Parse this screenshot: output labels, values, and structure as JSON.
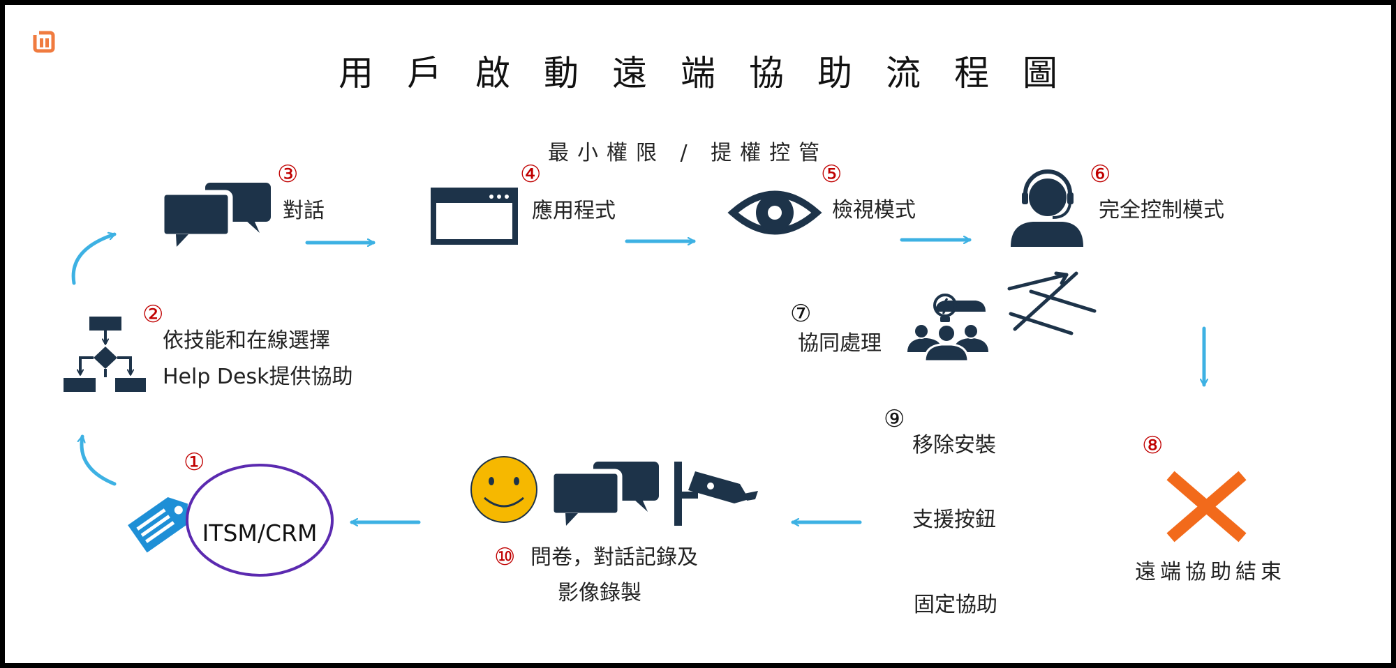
{
  "title": "用戶啟動遠端協助流程圖",
  "subtitle": "最小權限 / 提權控管",
  "colors": {
    "navy": "#1d3349",
    "arrow": "#3db1e3",
    "marker_red": "#c00000",
    "tag_blue": "#1e8fd6",
    "ellipse": "#5b2ab0",
    "cross": "#f26a1b",
    "smiley": "#f6b800",
    "logo": "#f07b3f"
  },
  "steps": [
    {
      "marker": "①",
      "label": "ITSM/CRM",
      "icon": "tag-icon"
    },
    {
      "marker": "②",
      "lines": [
        "依技能和在線選擇",
        "Help Desk提供協助"
      ],
      "icon": "flowchart-icon"
    },
    {
      "marker": "③",
      "label": "對話",
      "icon": "chat-bubbles-icon"
    },
    {
      "marker": "④",
      "label": "應用程式",
      "icon": "app-window-icon"
    },
    {
      "marker": "⑤",
      "label": "檢視模式",
      "icon": "eye-icon"
    },
    {
      "marker": "⑥",
      "label": "完全控制模式",
      "icon": "support-agent-icon"
    },
    {
      "marker": "⑦",
      "label": "協同處理",
      "icon": "team-idea-icon"
    },
    {
      "marker": "⑧",
      "label": "遠端協助結束",
      "icon": "close-cross-icon"
    },
    {
      "marker": "⑨",
      "items": [
        "移除安裝",
        "支援按鈕",
        "固定協助"
      ]
    },
    {
      "marker": "⑩",
      "lines": [
        "問卷，對話記錄及",
        "影像錄製"
      ],
      "icons": [
        "smiley-icon",
        "chat-bubbles-icon",
        "cctv-camera-icon"
      ]
    }
  ]
}
